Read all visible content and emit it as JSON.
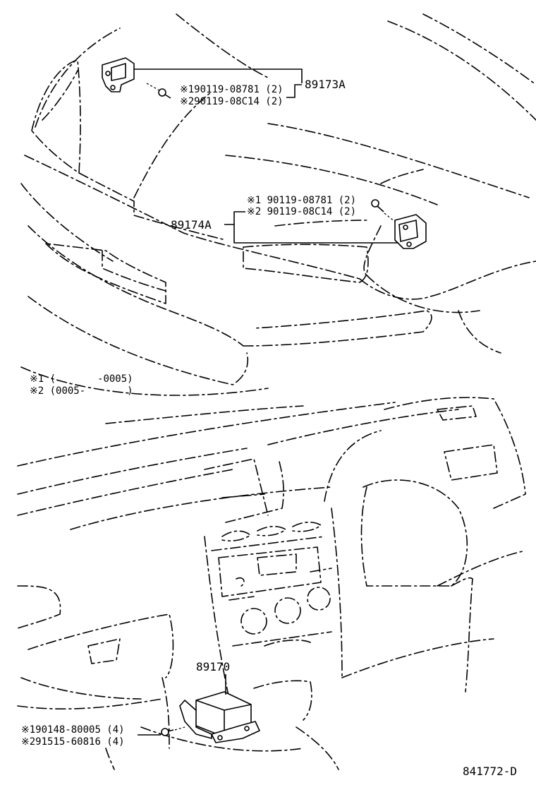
{
  "parts": {
    "front_sensor_left": {
      "part_no": "89173A",
      "bolt_1": "※190119-08781 (2)",
      "bolt_2": "※290119-08C14 (2)"
    },
    "front_sensor_right": {
      "part_no": "89174A",
      "bolt_1": "※1 90119-08781 (2)",
      "bolt_2": "※2 90119-08C14 (2)"
    },
    "airbag_ecu": {
      "part_no": "89170",
      "bolt_1": "※190148-80005 (4)",
      "bolt_2": "※291515-60816 (4)"
    }
  },
  "notes": {
    "note_1": "※1 (       -0005)",
    "note_2": "※2 (0005-       )"
  },
  "diagram_code": "841772-D"
}
